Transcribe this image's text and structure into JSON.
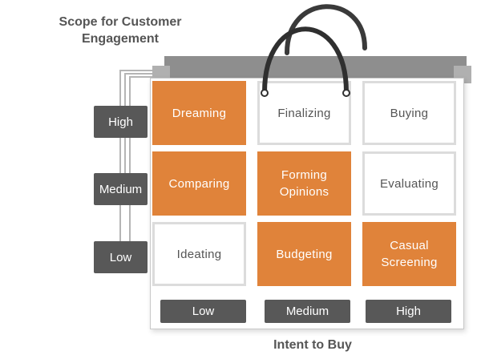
{
  "y_axis": {
    "title": "Scope for Customer\nEngagement",
    "levels": [
      "High",
      "Medium",
      "Low"
    ]
  },
  "x_axis": {
    "title": "Intent to Buy",
    "levels": [
      "Low",
      "Medium",
      "High"
    ]
  },
  "grid": {
    "rows": [
      [
        {
          "label": "Dreaming",
          "highlight": true
        },
        {
          "label": "Finalizing",
          "highlight": false
        },
        {
          "label": "Buying",
          "highlight": false
        }
      ],
      [
        {
          "label": "Comparing",
          "highlight": true
        },
        {
          "label": "Forming\nOpinions",
          "highlight": true
        },
        {
          "label": "Evaluating",
          "highlight": false
        }
      ],
      [
        {
          "label": "Ideating",
          "highlight": false
        },
        {
          "label": "Budgeting",
          "highlight": true
        },
        {
          "label": "Casual\nScreening",
          "highlight": true
        }
      ]
    ]
  },
  "colors": {
    "highlight": "#e0833a",
    "label_box": "#585858",
    "bag_gray": "#8e8e8e",
    "text": "#555555"
  }
}
